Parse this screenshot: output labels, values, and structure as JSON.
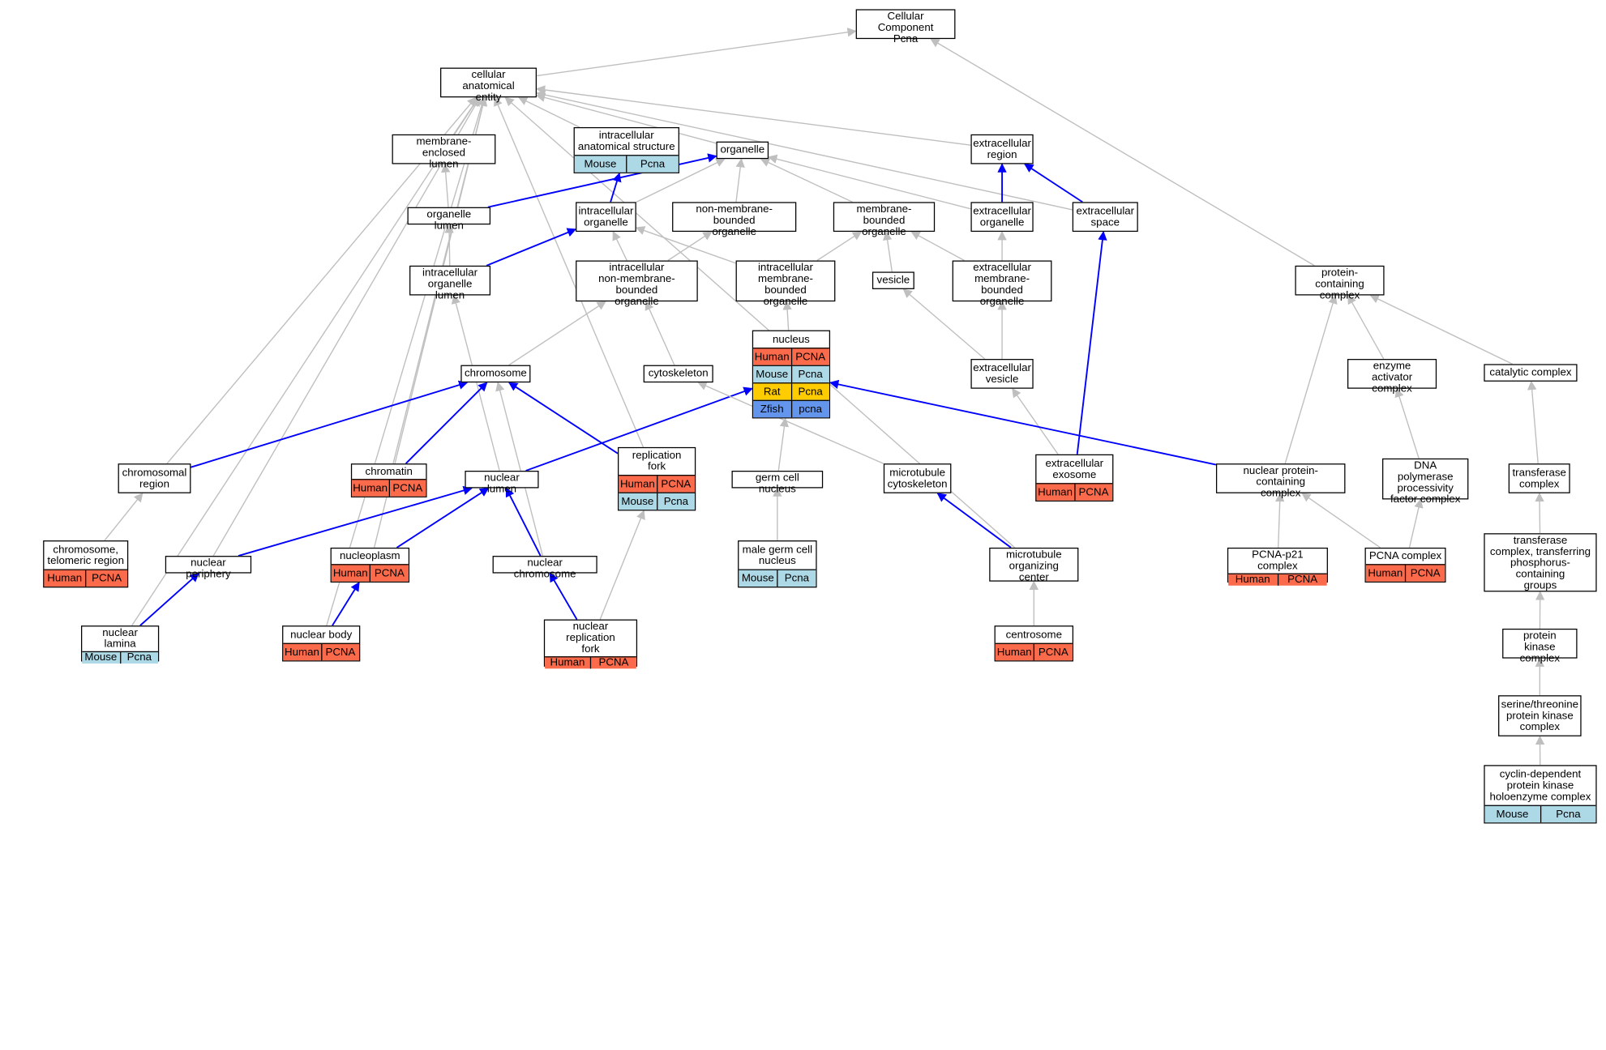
{
  "colors": {
    "Human": "#fb6a4a",
    "Mouse": "#add8e6",
    "Rat": "#ffcc00",
    "Zfish": "#6495ed",
    "edge_grey": "#bfbfbf",
    "edge_blue": "#0000ff"
  },
  "nodes": [
    {
      "id": "cc",
      "label": "Cellular Component\nPcna",
      "species": []
    },
    {
      "id": "cae",
      "label": "cellular anatomical\nentity",
      "species": []
    },
    {
      "id": "mel",
      "label": "membrane-enclosed\nlumen",
      "species": []
    },
    {
      "id": "ias",
      "label": "intracellular\nanatomical structure",
      "species": [
        [
          "Mouse",
          "Pcna"
        ]
      ]
    },
    {
      "id": "organelle",
      "label": "organelle",
      "species": []
    },
    {
      "id": "er",
      "label": "extracellular\nregion",
      "species": []
    },
    {
      "id": "ol",
      "label": "organelle lumen",
      "species": []
    },
    {
      "id": "io",
      "label": "intracellular\norganelle",
      "species": []
    },
    {
      "id": "nmbo",
      "label": "non-membrane-bounded\norganelle",
      "species": []
    },
    {
      "id": "mbo",
      "label": "membrane-bounded\norganelle",
      "species": []
    },
    {
      "id": "eo",
      "label": "extracellular\norganelle",
      "species": []
    },
    {
      "id": "es",
      "label": "extracellular\nspace",
      "species": []
    },
    {
      "id": "iol",
      "label": "intracellular\norganelle lumen",
      "species": []
    },
    {
      "id": "inmbo",
      "label": "intracellular\nnon-membrane-bounded\norganelle",
      "species": []
    },
    {
      "id": "imbo",
      "label": "intracellular\nmembrane-bounded\norganelle",
      "species": []
    },
    {
      "id": "vesicle",
      "label": "vesicle",
      "species": []
    },
    {
      "id": "embo",
      "label": "extracellular\nmembrane-bounded\norganelle",
      "species": []
    },
    {
      "id": "pcc",
      "label": "protein-containing\ncomplex",
      "species": []
    },
    {
      "id": "nucleus",
      "label": "nucleus",
      "species": [
        [
          "Human",
          "PCNA"
        ],
        [
          "Mouse",
          "Pcna"
        ],
        [
          "Rat",
          "Pcna"
        ],
        [
          "Zfish",
          "pcna"
        ]
      ]
    },
    {
      "id": "chromosome",
      "label": "chromosome",
      "species": []
    },
    {
      "id": "cytoskeleton",
      "label": "cytoskeleton",
      "species": []
    },
    {
      "id": "ev",
      "label": "extracellular\nvesicle",
      "species": []
    },
    {
      "id": "eac",
      "label": "enzyme activator\ncomplex",
      "species": []
    },
    {
      "id": "cat",
      "label": "catalytic complex",
      "species": []
    },
    {
      "id": "rf",
      "label": "replication\nfork",
      "species": [
        [
          "Human",
          "PCNA"
        ],
        [
          "Mouse",
          "Pcna"
        ]
      ]
    },
    {
      "id": "cr",
      "label": "chromosomal\nregion",
      "species": []
    },
    {
      "id": "chromatin",
      "label": "chromatin",
      "species": [
        [
          "Human",
          "PCNA"
        ]
      ]
    },
    {
      "id": "nl",
      "label": "nuclear lumen",
      "species": []
    },
    {
      "id": "gcn",
      "label": "germ cell nucleus",
      "species": []
    },
    {
      "id": "mtc",
      "label": "microtubule\ncytoskeleton",
      "species": []
    },
    {
      "id": "exo",
      "label": "extracellular\nexosome",
      "species": [
        [
          "Human",
          "PCNA"
        ]
      ]
    },
    {
      "id": "npc",
      "label": "nuclear protein-containing\ncomplex",
      "species": []
    },
    {
      "id": "dpp",
      "label": "DNA polymerase\nprocessivity\nfactor complex",
      "species": []
    },
    {
      "id": "tc",
      "label": "transferase\ncomplex",
      "species": []
    },
    {
      "id": "ctr",
      "label": "chromosome,\ntelomeric region",
      "species": [
        [
          "Human",
          "PCNA"
        ]
      ]
    },
    {
      "id": "np",
      "label": "nuclear periphery",
      "species": []
    },
    {
      "id": "nucleoplasm",
      "label": "nucleoplasm",
      "species": [
        [
          "Human",
          "PCNA"
        ]
      ]
    },
    {
      "id": "nc",
      "label": "nuclear chromosome",
      "species": []
    },
    {
      "id": "mgcn",
      "label": "male germ cell\nnucleus",
      "species": [
        [
          "Mouse",
          "Pcna"
        ]
      ]
    },
    {
      "id": "moc",
      "label": "microtubule\norganizing center",
      "species": []
    },
    {
      "id": "p21",
      "label": "PCNA-p21 complex",
      "species": [
        [
          "Human",
          "PCNA"
        ]
      ]
    },
    {
      "id": "pcnac",
      "label": "PCNA complex",
      "species": [
        [
          "Human",
          "PCNA"
        ]
      ]
    },
    {
      "id": "tcp",
      "label": "transferase\ncomplex, transferring\nphosphorus-containing\ngroups",
      "species": []
    },
    {
      "id": "nlam",
      "label": "nuclear lamina",
      "species": [
        [
          "Mouse",
          "Pcna"
        ]
      ]
    },
    {
      "id": "nb",
      "label": "nuclear body",
      "species": [
        [
          "Human",
          "PCNA"
        ]
      ]
    },
    {
      "id": "nrf",
      "label": "nuclear replication\nfork",
      "species": [
        [
          "Human",
          "PCNA"
        ]
      ]
    },
    {
      "id": "centrosome",
      "label": "centrosome",
      "species": [
        [
          "Human",
          "PCNA"
        ]
      ]
    },
    {
      "id": "pkc",
      "label": "protein kinase\ncomplex",
      "species": []
    },
    {
      "id": "stpk",
      "label": "serine/threonine\nprotein kinase\ncomplex",
      "species": []
    },
    {
      "id": "cdk",
      "label": "cyclin-dependent\nprotein kinase\nholoenzyme complex",
      "species": [
        [
          "Mouse",
          "Pcna"
        ]
      ]
    }
  ],
  "edges": [
    {
      "from": "cae",
      "to": "cc",
      "color": "grey"
    },
    {
      "from": "pcc",
      "to": "cc",
      "color": "grey"
    },
    {
      "from": "mel",
      "to": "cae",
      "color": "grey"
    },
    {
      "from": "ias",
      "to": "cae",
      "color": "grey"
    },
    {
      "from": "organelle",
      "to": "cae",
      "color": "grey"
    },
    {
      "from": "er",
      "to": "cae",
      "color": "grey"
    },
    {
      "from": "es",
      "to": "cae",
      "color": "grey"
    },
    {
      "from": "cr",
      "to": "cae",
      "color": "grey"
    },
    {
      "from": "np",
      "to": "cae",
      "color": "grey"
    },
    {
      "from": "nucleoplasm",
      "to": "cae",
      "color": "grey"
    },
    {
      "from": "chromatin",
      "to": "cae",
      "color": "grey"
    },
    {
      "from": "rf",
      "to": "cae",
      "color": "grey"
    },
    {
      "from": "nlam",
      "to": "cae",
      "color": "grey"
    },
    {
      "from": "nb",
      "to": "cae",
      "color": "grey"
    },
    {
      "from": "moc",
      "to": "cae",
      "color": "grey"
    },
    {
      "from": "ol",
      "to": "mel",
      "color": "grey"
    },
    {
      "from": "io",
      "to": "ias",
      "color": "blue"
    },
    {
      "from": "io",
      "to": "organelle",
      "color": "grey"
    },
    {
      "from": "ol",
      "to": "organelle",
      "color": "blue"
    },
    {
      "from": "nmbo",
      "to": "organelle",
      "color": "grey"
    },
    {
      "from": "mbo",
      "to": "organelle",
      "color": "grey"
    },
    {
      "from": "eo",
      "to": "organelle",
      "color": "grey"
    },
    {
      "from": "eo",
      "to": "er",
      "color": "blue"
    },
    {
      "from": "es",
      "to": "er",
      "color": "blue"
    },
    {
      "from": "iol",
      "to": "ol",
      "color": "grey"
    },
    {
      "from": "iol",
      "to": "io",
      "color": "blue"
    },
    {
      "from": "inmbo",
      "to": "io",
      "color": "grey"
    },
    {
      "from": "imbo",
      "to": "io",
      "color": "grey"
    },
    {
      "from": "inmbo",
      "to": "nmbo",
      "color": "grey"
    },
    {
      "from": "imbo",
      "to": "mbo",
      "color": "grey"
    },
    {
      "from": "vesicle",
      "to": "mbo",
      "color": "grey"
    },
    {
      "from": "embo",
      "to": "mbo",
      "color": "grey"
    },
    {
      "from": "embo",
      "to": "eo",
      "color": "grey"
    },
    {
      "from": "exo",
      "to": "es",
      "color": "blue"
    },
    {
      "from": "nucleus",
      "to": "imbo",
      "color": "grey"
    },
    {
      "from": "chromosome",
      "to": "inmbo",
      "color": "grey"
    },
    {
      "from": "cytoskeleton",
      "to": "inmbo",
      "color": "grey"
    },
    {
      "from": "ev",
      "to": "vesicle",
      "color": "grey"
    },
    {
      "from": "ev",
      "to": "embo",
      "color": "grey"
    },
    {
      "from": "exo",
      "to": "ev",
      "color": "grey"
    },
    {
      "from": "npc",
      "to": "pcc",
      "color": "grey"
    },
    {
      "from": "eac",
      "to": "pcc",
      "color": "grey"
    },
    {
      "from": "cat",
      "to": "pcc",
      "color": "grey"
    },
    {
      "from": "nl",
      "to": "iol",
      "color": "grey"
    },
    {
      "from": "cr",
      "to": "chromosome",
      "color": "blue"
    },
    {
      "from": "chromatin",
      "to": "chromosome",
      "color": "blue"
    },
    {
      "from": "rf",
      "to": "chromosome",
      "color": "blue"
    },
    {
      "from": "nc",
      "to": "chromosome",
      "color": "grey"
    },
    {
      "from": "nl",
      "to": "nucleus",
      "color": "blue"
    },
    {
      "from": "npc",
      "to": "nucleus",
      "color": "blue"
    },
    {
      "from": "gcn",
      "to": "nucleus",
      "color": "grey"
    },
    {
      "from": "mtc",
      "to": "cytoskeleton",
      "color": "grey"
    },
    {
      "from": "dpp",
      "to": "eac",
      "color": "grey"
    },
    {
      "from": "tc",
      "to": "cat",
      "color": "grey"
    },
    {
      "from": "ctr",
      "to": "cr",
      "color": "grey"
    },
    {
      "from": "np",
      "to": "nl",
      "color": "blue"
    },
    {
      "from": "nucleoplasm",
      "to": "nl",
      "color": "blue"
    },
    {
      "from": "nc",
      "to": "nl",
      "color": "blue"
    },
    {
      "from": "mgcn",
      "to": "gcn",
      "color": "grey"
    },
    {
      "from": "moc",
      "to": "mtc",
      "color": "blue"
    },
    {
      "from": "p21",
      "to": "npc",
      "color": "grey"
    },
    {
      "from": "pcnac",
      "to": "npc",
      "color": "grey"
    },
    {
      "from": "pcnac",
      "to": "dpp",
      "color": "grey"
    },
    {
      "from": "tcp",
      "to": "tc",
      "color": "grey"
    },
    {
      "from": "nlam",
      "to": "np",
      "color": "blue"
    },
    {
      "from": "nb",
      "to": "nucleoplasm",
      "color": "blue"
    },
    {
      "from": "nrf",
      "to": "nc",
      "color": "blue"
    },
    {
      "from": "nrf",
      "to": "rf",
      "color": "grey"
    },
    {
      "from": "centrosome",
      "to": "moc",
      "color": "grey"
    },
    {
      "from": "pkc",
      "to": "tcp",
      "color": "grey"
    },
    {
      "from": "stpk",
      "to": "pkc",
      "color": "grey"
    },
    {
      "from": "cdk",
      "to": "stpk",
      "color": "grey"
    }
  ]
}
